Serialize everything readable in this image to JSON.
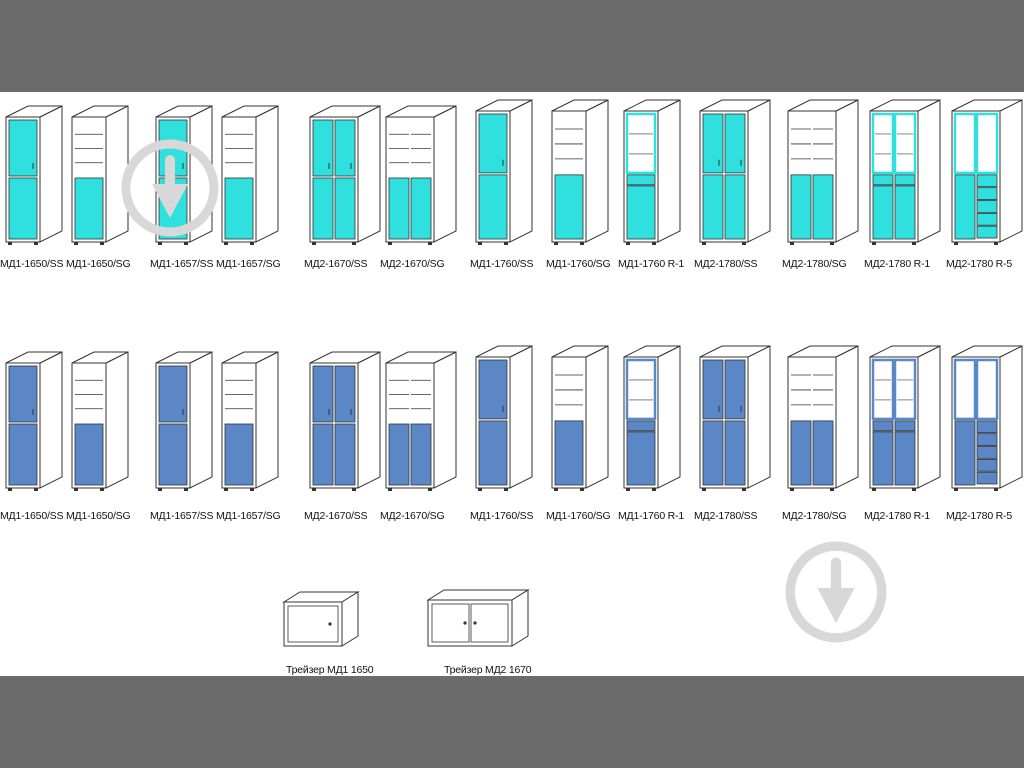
{
  "colors": {
    "background_band": "#6b6b6b",
    "canvas": "#ffffff",
    "teal": "#2fe0de",
    "blue": "#5b87c6",
    "outline": "#333333",
    "watermark": "#d8d8d8"
  },
  "watermark_icon": "download-arrow-circle-icon",
  "rows": [
    {
      "color": "teal",
      "items": [
        {
          "label": "МД1-1650/SS",
          "kind": "single",
          "fill": "2 doors"
        },
        {
          "label": "МД1-1650/SG",
          "kind": "single",
          "fill": "shelves-bottom"
        },
        {
          "label": "МД1-1657/SS",
          "kind": "single",
          "fill": "2 doors"
        },
        {
          "label": "МД1-1657/SG",
          "kind": "single",
          "fill": "shelves-bottom"
        },
        {
          "label": "МД2-1670/SS",
          "kind": "double",
          "fill": "4 doors"
        },
        {
          "label": "МД2-1670/SG",
          "kind": "double",
          "fill": "shelves-bottom"
        },
        {
          "label": "МД1-1760/SS",
          "kind": "single",
          "fill": "2 doors"
        },
        {
          "label": "МД1-1760/SG",
          "kind": "single",
          "fill": "shelves-bottom"
        },
        {
          "label": "МД1-1760 R-1",
          "kind": "single",
          "fill": "glass-top"
        },
        {
          "label": "МД2-1780/SS",
          "kind": "double",
          "fill": "4 doors"
        },
        {
          "label": "МД2-1780/SG",
          "kind": "double",
          "fill": "shelves-bottom"
        },
        {
          "label": "МД2-1780 R-1",
          "kind": "double",
          "fill": "glass-top"
        },
        {
          "label": "МД2-1780 R-5",
          "kind": "double",
          "fill": "glass-drawers"
        }
      ]
    },
    {
      "color": "blue",
      "items": [
        {
          "label": "МД1-1650/SS",
          "kind": "single",
          "fill": "2 doors"
        },
        {
          "label": "МД1-1650/SG",
          "kind": "single",
          "fill": "shelves-bottom"
        },
        {
          "label": "МД1-1657/SS",
          "kind": "single",
          "fill": "2 doors"
        },
        {
          "label": "МД1-1657/SG",
          "kind": "single",
          "fill": "shelves-bottom"
        },
        {
          "label": "МД2-1670/SS",
          "kind": "double",
          "fill": "4 doors"
        },
        {
          "label": "МД2-1670/SG",
          "kind": "double",
          "fill": "shelves-bottom"
        },
        {
          "label": "МД1-1760/SS",
          "kind": "single",
          "fill": "2 doors"
        },
        {
          "label": "МД1-1760/SG",
          "kind": "single",
          "fill": "shelves-bottom"
        },
        {
          "label": "МД1-1760 R-1",
          "kind": "single",
          "fill": "glass-top"
        },
        {
          "label": "МД2-1780/SS",
          "kind": "double",
          "fill": "4 doors"
        },
        {
          "label": "МД2-1780/SG",
          "kind": "double",
          "fill": "shelves-bottom"
        },
        {
          "label": "МД2-1780 R-1",
          "kind": "double",
          "fill": "glass-top"
        },
        {
          "label": "МД2-1780 R-5",
          "kind": "double",
          "fill": "glass-drawers"
        }
      ]
    }
  ],
  "bottom_items": [
    {
      "label": "Трейзер МД1 1650"
    },
    {
      "label": "Трейзер МД2 1670"
    }
  ]
}
